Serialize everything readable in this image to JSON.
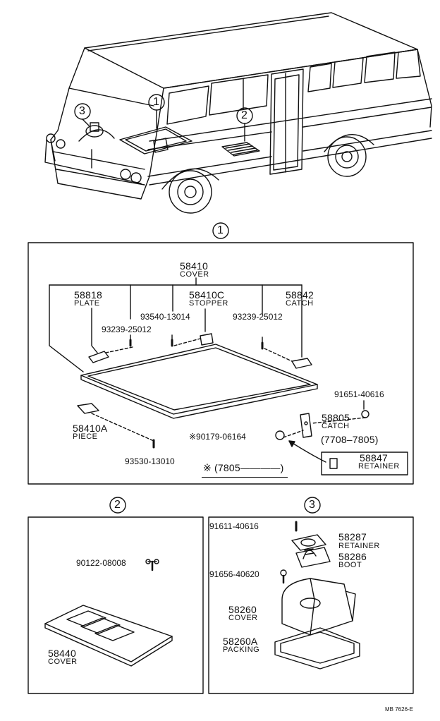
{
  "bus": {
    "callouts": [
      "1",
      "2",
      "3"
    ]
  },
  "section1": {
    "number": "1",
    "cover": {
      "part": "58410",
      "desc": "COVER"
    },
    "plate": {
      "part": "58818",
      "desc": "PLATE"
    },
    "stopper": {
      "part": "58410C",
      "desc": "STOPPER"
    },
    "catch_top": {
      "part": "58842",
      "desc": "CATCH"
    },
    "bolt_left": "93239-25012",
    "bolt_mid": "93540-13014",
    "bolt_right": "93239-25012",
    "nut": "91651-40616",
    "catch": {
      "part": "58805",
      "desc": "CATCH"
    },
    "screw": "※90179-06164",
    "piece": {
      "part": "58410A",
      "desc": "PIECE"
    },
    "piece_screw": "93530-13010",
    "date_range": "(7708–7805)",
    "retainer": {
      "part": "58847",
      "desc": "RETAINER"
    },
    "footnote": "※ (7805————)"
  },
  "section2": {
    "number": "2",
    "screw": "90122-08008",
    "cover": {
      "part": "58440",
      "desc": "COVER"
    }
  },
  "section3": {
    "number": "3",
    "bolt": "91611-40616",
    "retainer": {
      "part": "58287",
      "desc": "RETAINER"
    },
    "boot": {
      "part": "58286",
      "desc": "BOOT"
    },
    "nut": "91656-40620",
    "cover": {
      "part": "58260",
      "desc": "COVER"
    },
    "packing": {
      "part": "58260A",
      "desc": "PACKING"
    }
  },
  "code": "MB 7626-E"
}
